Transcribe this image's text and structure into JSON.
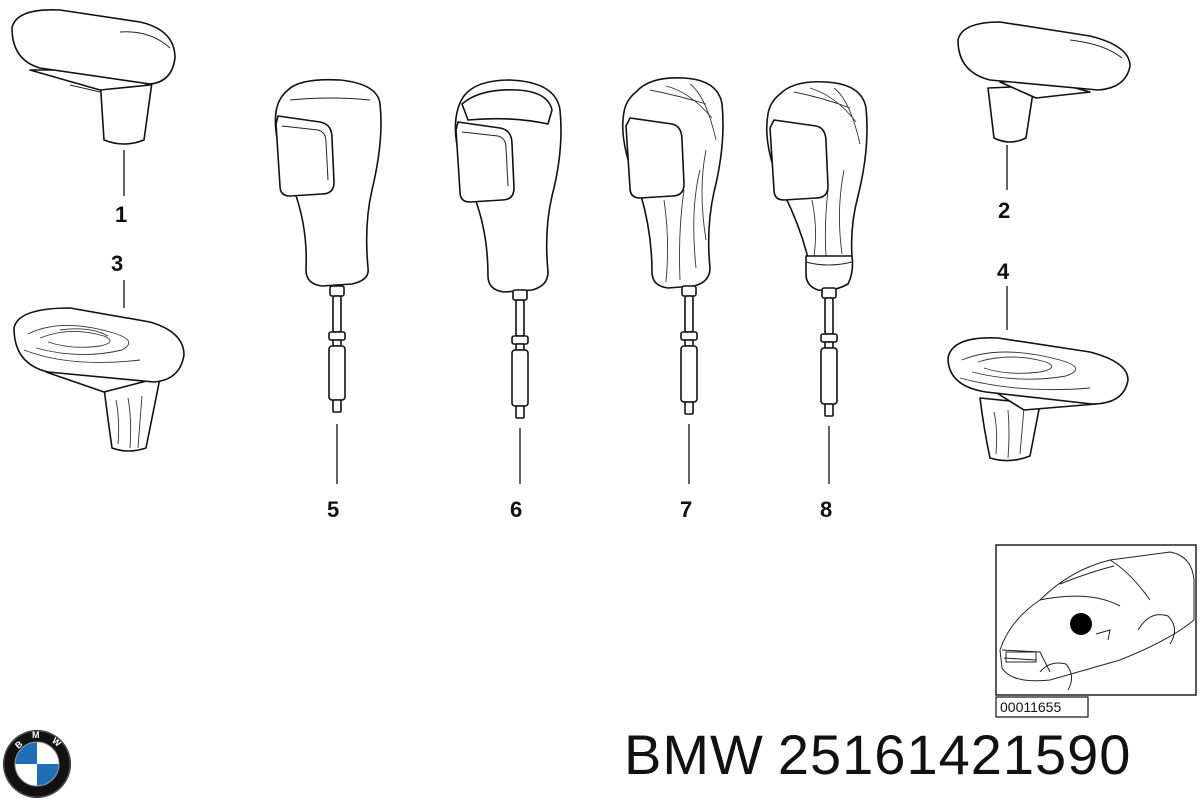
{
  "callouts": {
    "c1": "1",
    "c2": "2",
    "c3": "3",
    "c4": "4",
    "c5": "5",
    "c6": "6",
    "c7": "7",
    "c8": "8"
  },
  "reference_number": "00011655",
  "footer": {
    "brand": "BMW",
    "part_number": "25161421590"
  },
  "logo": {
    "text": "BMW",
    "colors": {
      "blue": "#1f6fb8",
      "white": "#ffffff",
      "ring": "#111111"
    }
  }
}
